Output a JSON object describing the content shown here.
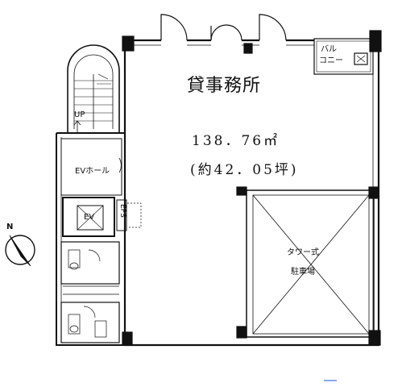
{
  "plan": {
    "office_title": "貸事務所",
    "area_m2": "138．76㎡",
    "area_tsubo": "(約42．05坪)",
    "balcony_label_1": "バル",
    "balcony_label_2": "コニー",
    "up_label": "UP",
    "ev_hall_label": "EVホール",
    "ev_label": "EV",
    "eps_label": "EPS",
    "parking_label_1": "タワー式",
    "parking_label_2": "駐車場",
    "north_label": "N"
  }
}
